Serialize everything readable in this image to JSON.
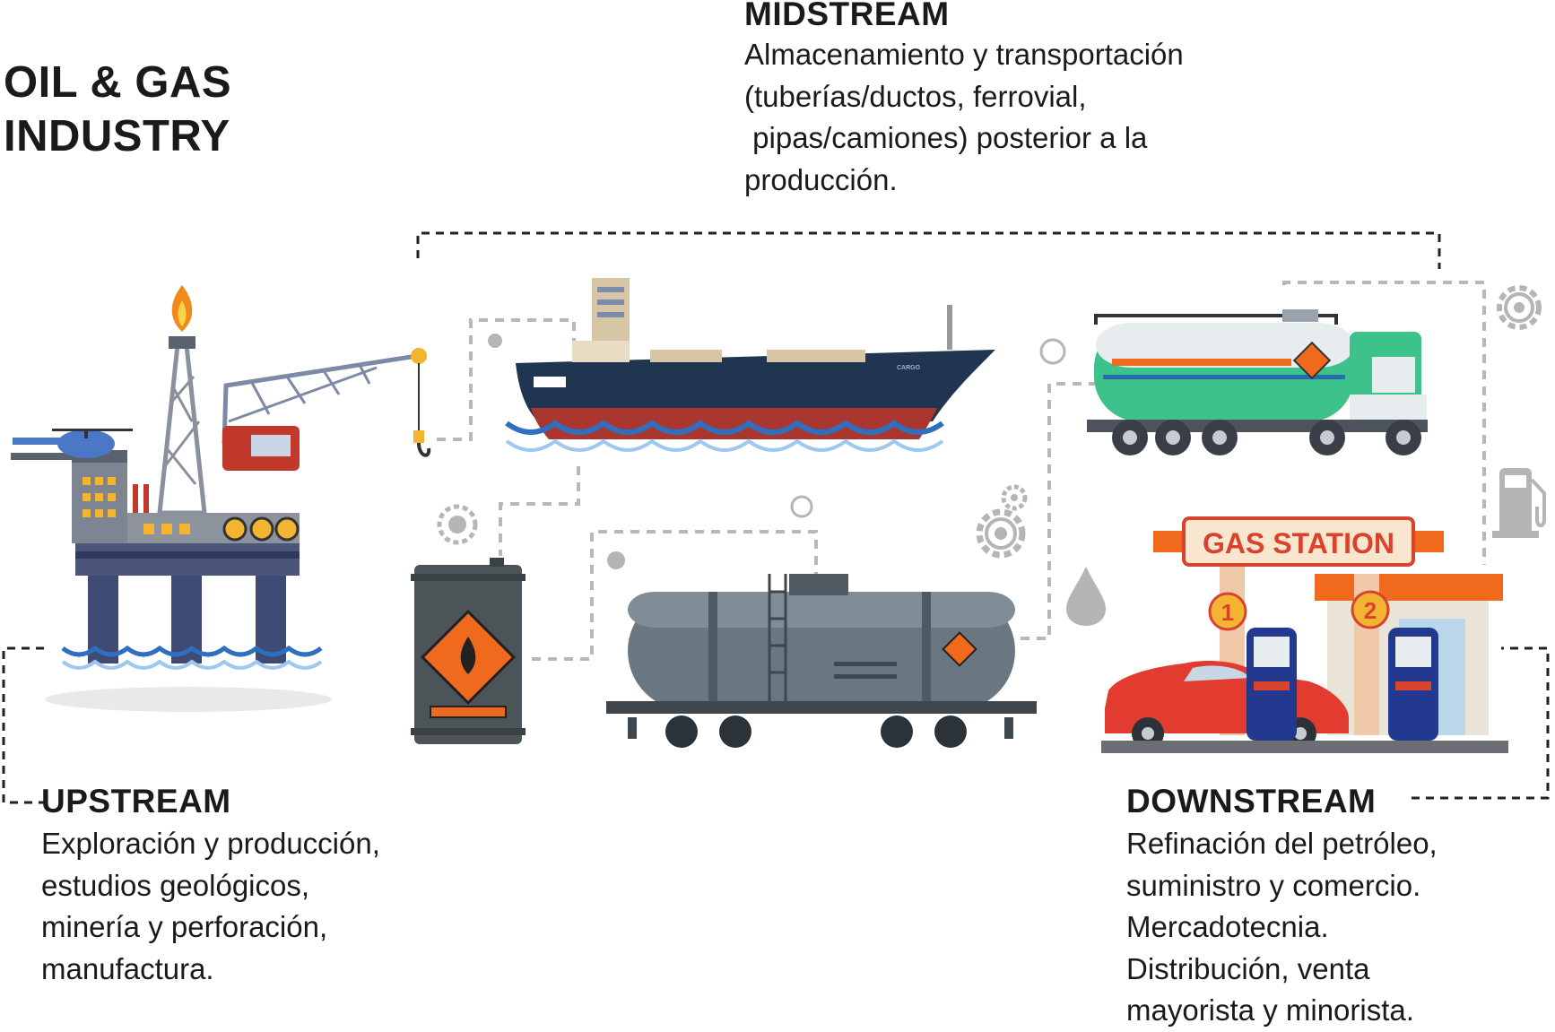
{
  "title": {
    "line1": "OIL & GAS",
    "line2": "INDUSTRY"
  },
  "midstream": {
    "heading": "MIDSTREAM",
    "lines": [
      "Almacenamiento y transportación",
      "(tuberías/ductos, ferrovial,",
      " pipas/camiones) posterior a la",
      "producción."
    ]
  },
  "upstream": {
    "heading": "UPSTREAM",
    "lines": [
      "Exploración y producción,",
      "estudios geológicos,",
      "minería y perforación,",
      "manufactura."
    ]
  },
  "downstream": {
    "heading": "DOWNSTREAM",
    "lines": [
      "Refinación del petróleo,",
      "suministro y comercio.",
      "Mercadotecnia.",
      "Distribución, venta",
      "mayorista y minorista."
    ]
  },
  "illustrations": {
    "gas_station_sign": "GAS STATION",
    "pump_1": "1",
    "pump_2": "2",
    "ship_label": "CARGO"
  },
  "colors": {
    "water": "#2f6fc0",
    "ship_hull": "#1f3550",
    "ship_bottom": "#a9372f",
    "truck_green": "#3ec28c",
    "car_red": "#e23b2f",
    "hazard_orange": "#f06a1e",
    "sign_red": "#d9432d",
    "pump_blue": "#23398f",
    "dotted_line": "#222222",
    "grey_dotted": "#bdbdbd"
  }
}
